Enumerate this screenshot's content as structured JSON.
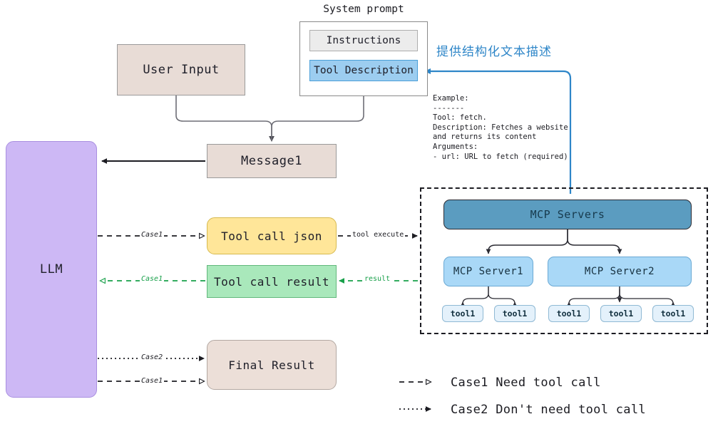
{
  "diagram": {
    "title": "MCP tool-calling flow",
    "colors": {
      "llm_fill": "#cdb8f5",
      "user_input_fill": "#e8dcd6",
      "message_fill": "#e8dcd6",
      "final_result_fill": "#ecdfd8",
      "tool_call_json_fill": "#ffe699",
      "tool_call_result_fill": "#a9e8bb",
      "tool_description_fill": "#9ccdf0",
      "instructions_fill": "#ececec",
      "mcp_servers_fill": "#5b9cc0",
      "mcp_server_fill": "#a9d8f7",
      "tool_chip_fill": "#e4f1fb",
      "annotation_blue": "#2e86c8",
      "case1_green": "#18a04a",
      "case_black": "#1c1c22"
    }
  },
  "nodes": {
    "user_input": "User Input",
    "system_prompt_title": "System prompt",
    "instructions": "Instructions",
    "tool_description": "Tool Description",
    "message1": "Message1",
    "llm": "LLM",
    "tool_call_json": "Tool call json",
    "tool_call_result": "Tool call result",
    "final_result": "Final Result",
    "mcp_servers": "MCP Servers",
    "mcp_server1": "MCP Server1",
    "mcp_server2": "MCP Server2",
    "tools": [
      "tool1",
      "tool1",
      "tool1",
      "tool1",
      "tool1"
    ]
  },
  "annotations": {
    "structured_text_description": "提供结构化文本描述",
    "example_block": "Example:\n-------\nTool: fetch.\nDescription: Fetches a website\nand returns its content\nArguments:\n- url: URL to fetch (required)"
  },
  "edge_labels": {
    "case1_tool_call_json": "Case1",
    "case1_tool_call_result": "Case1",
    "case2_final_result": "Case2",
    "case1_final_result": "Case1",
    "tool_execute": "tool execute",
    "result": "result"
  },
  "legend": [
    {
      "style": "dashed",
      "label": "Case1 Need tool call"
    },
    {
      "style": "dotted",
      "label": "Case2 Don't need tool call"
    }
  ]
}
